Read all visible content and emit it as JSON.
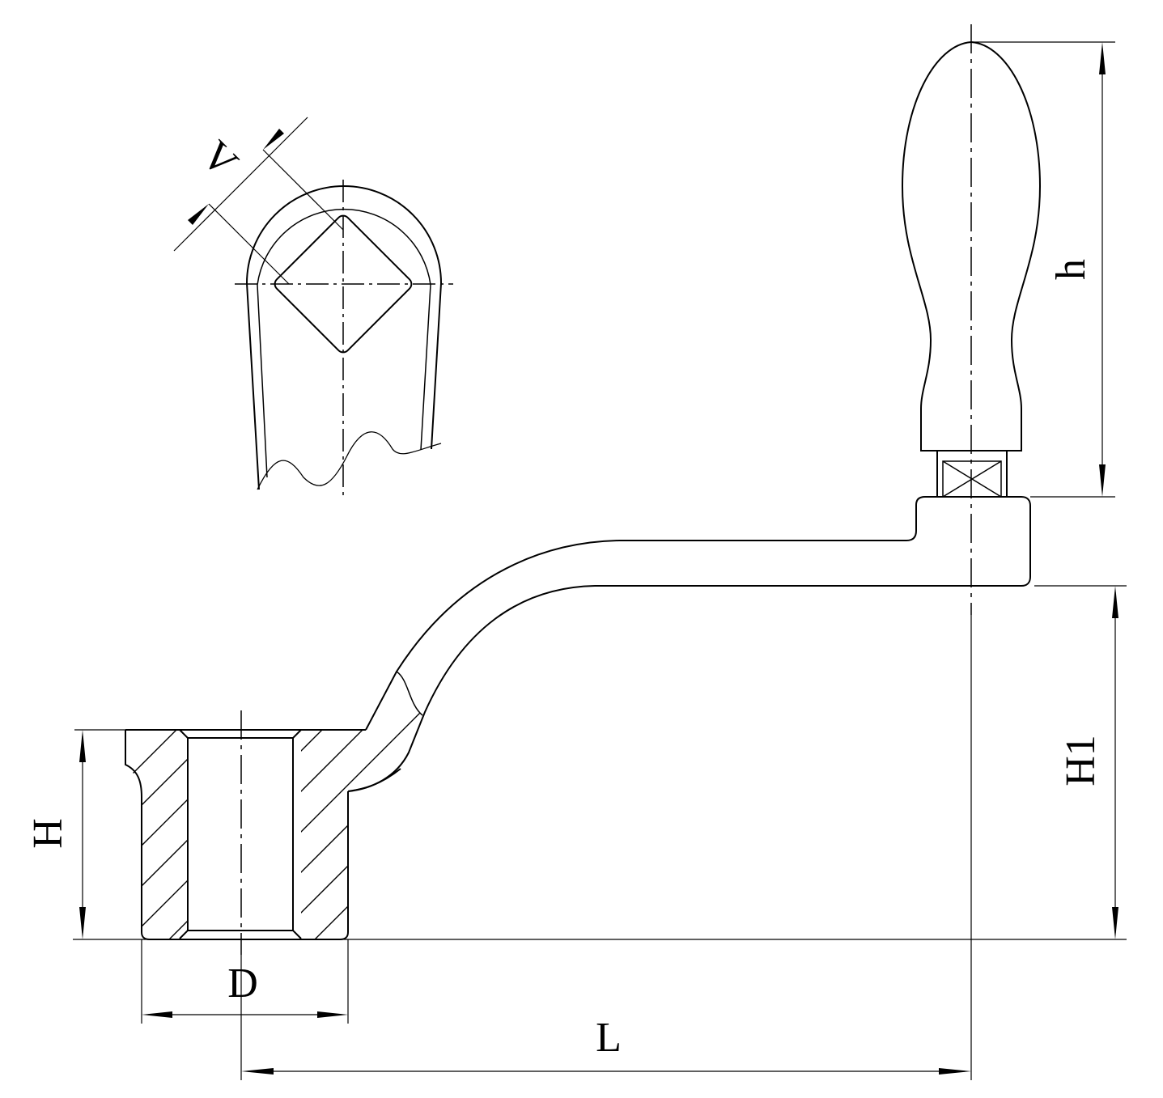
{
  "diagram": {
    "background": "#ffffff",
    "line_color": "#000000",
    "dimension_labels": {
      "V": "V",
      "h": "h",
      "H": "H",
      "H1": "H1",
      "D": "D",
      "L": "L"
    }
  }
}
